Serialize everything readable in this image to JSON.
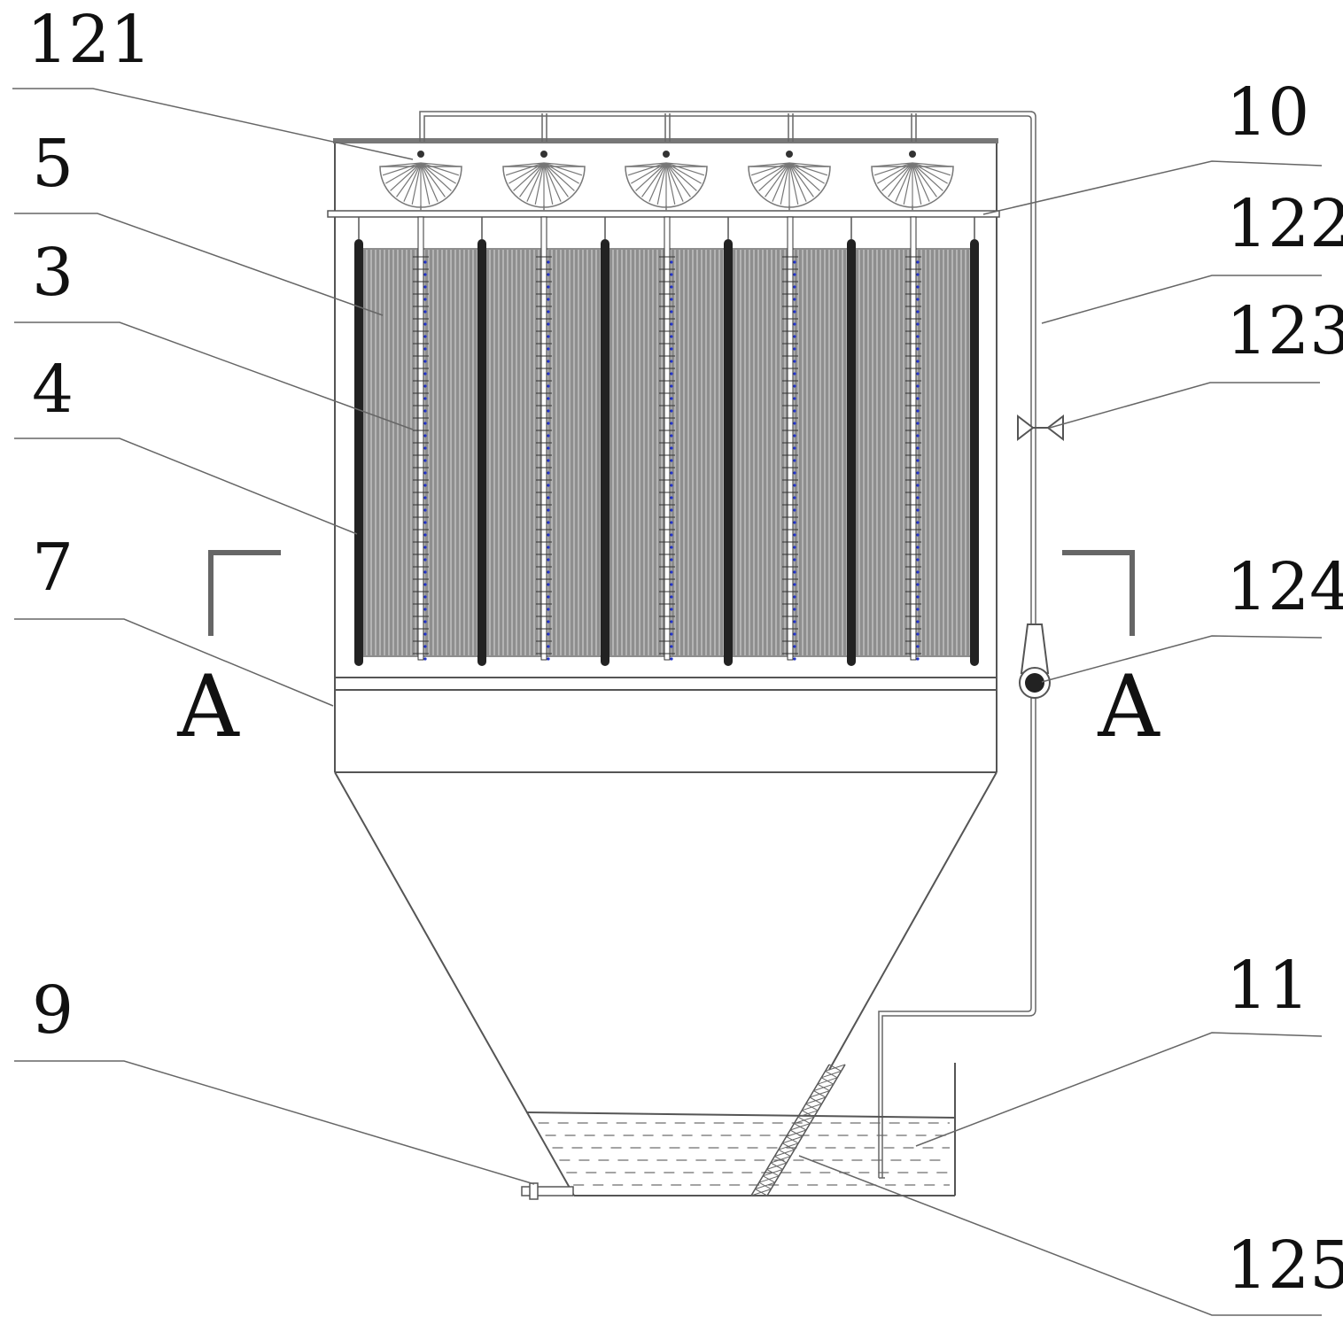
{
  "reference_numerals": {
    "n121": "121",
    "n5": "5",
    "n3": "3",
    "n4": "4",
    "n7": "7",
    "n9": "9",
    "n10": "10",
    "n122": "122",
    "n123": "123",
    "n124": "124",
    "n11": "11",
    "n125": "125"
  },
  "section_marks": {
    "left": "A",
    "right": "A"
  },
  "colors": {
    "line": "#555555",
    "module_fill": "#8e8e8e",
    "module_stripe": "#c4c4c4",
    "electrode": "#222222",
    "nozzle": "#777777",
    "water_dash": "#666666",
    "dot_blue": "#2233cc",
    "dot_yellow": "#c8b400",
    "section_bracket": "#666666"
  }
}
